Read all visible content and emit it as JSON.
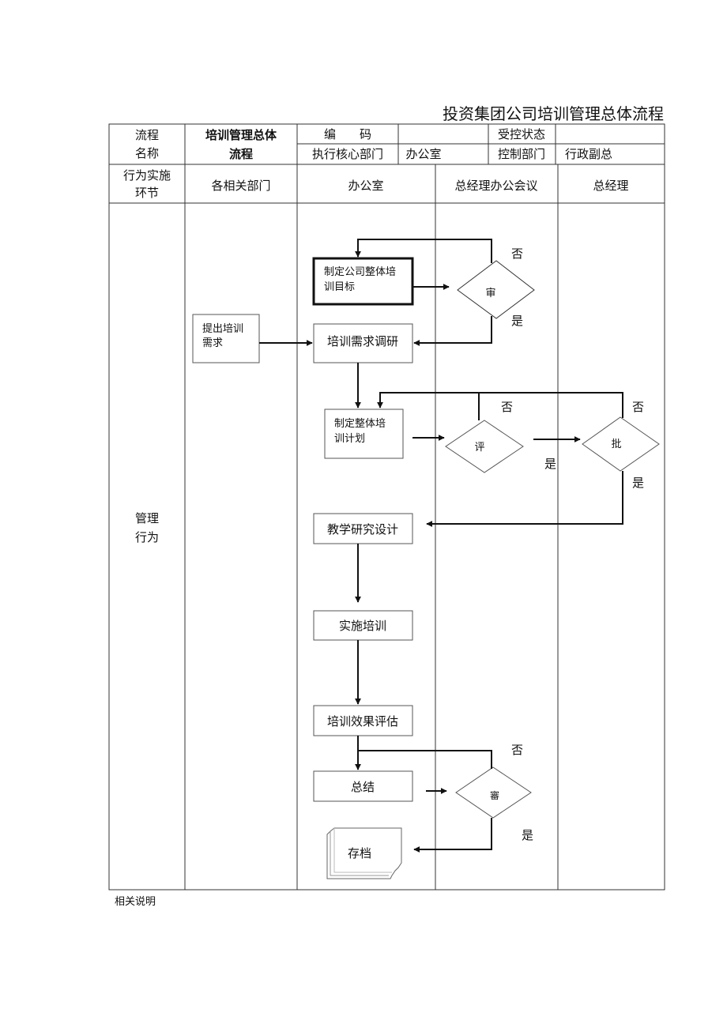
{
  "document_title": "投资集团公司培训管理总体流程",
  "header": {
    "flow_label_1": "流程",
    "flow_label_2": "名称",
    "flow_name_1": "培训管理总体",
    "flow_name_2": "流程",
    "code_label": "编　　码",
    "code_value": "",
    "control_status_label": "受控状态",
    "control_status_value": "",
    "exec_dept_label": "执行核心部门",
    "exec_dept_value": "办公室",
    "control_dept_label": "控制部门",
    "control_dept_value": "行政副总"
  },
  "lanes_header": {
    "stage_label_1": "行为实施",
    "stage_label_2": "环节",
    "lane_1": "各相关部门",
    "lane_2": "办公室",
    "lane_3": "总经理办公会议",
    "lane_4": "总经理"
  },
  "row_label": {
    "line1": "管理",
    "line2": "行为"
  },
  "nodes": {
    "set_goal_1": "制定公司整体培",
    "set_goal_2": "训目标",
    "review": "审",
    "propose_1": "提出培训",
    "propose_2": "需求",
    "research": "培训需求调研",
    "plan_1": "制定整体培",
    "plan_2": "训计划",
    "evaluate": "评",
    "approve": "批",
    "design": "教学研究设计",
    "implement": "实施培训",
    "assess": "培训效果评估",
    "summary": "总结",
    "check": "審",
    "archive": "存档"
  },
  "labels": {
    "no_1": "否",
    "yes_1": "是",
    "no_2": "否",
    "yes_2": "是",
    "no_3": "否",
    "yes_3": "是",
    "no_4": "否",
    "yes_4": "是"
  },
  "footnote": "相关说明"
}
